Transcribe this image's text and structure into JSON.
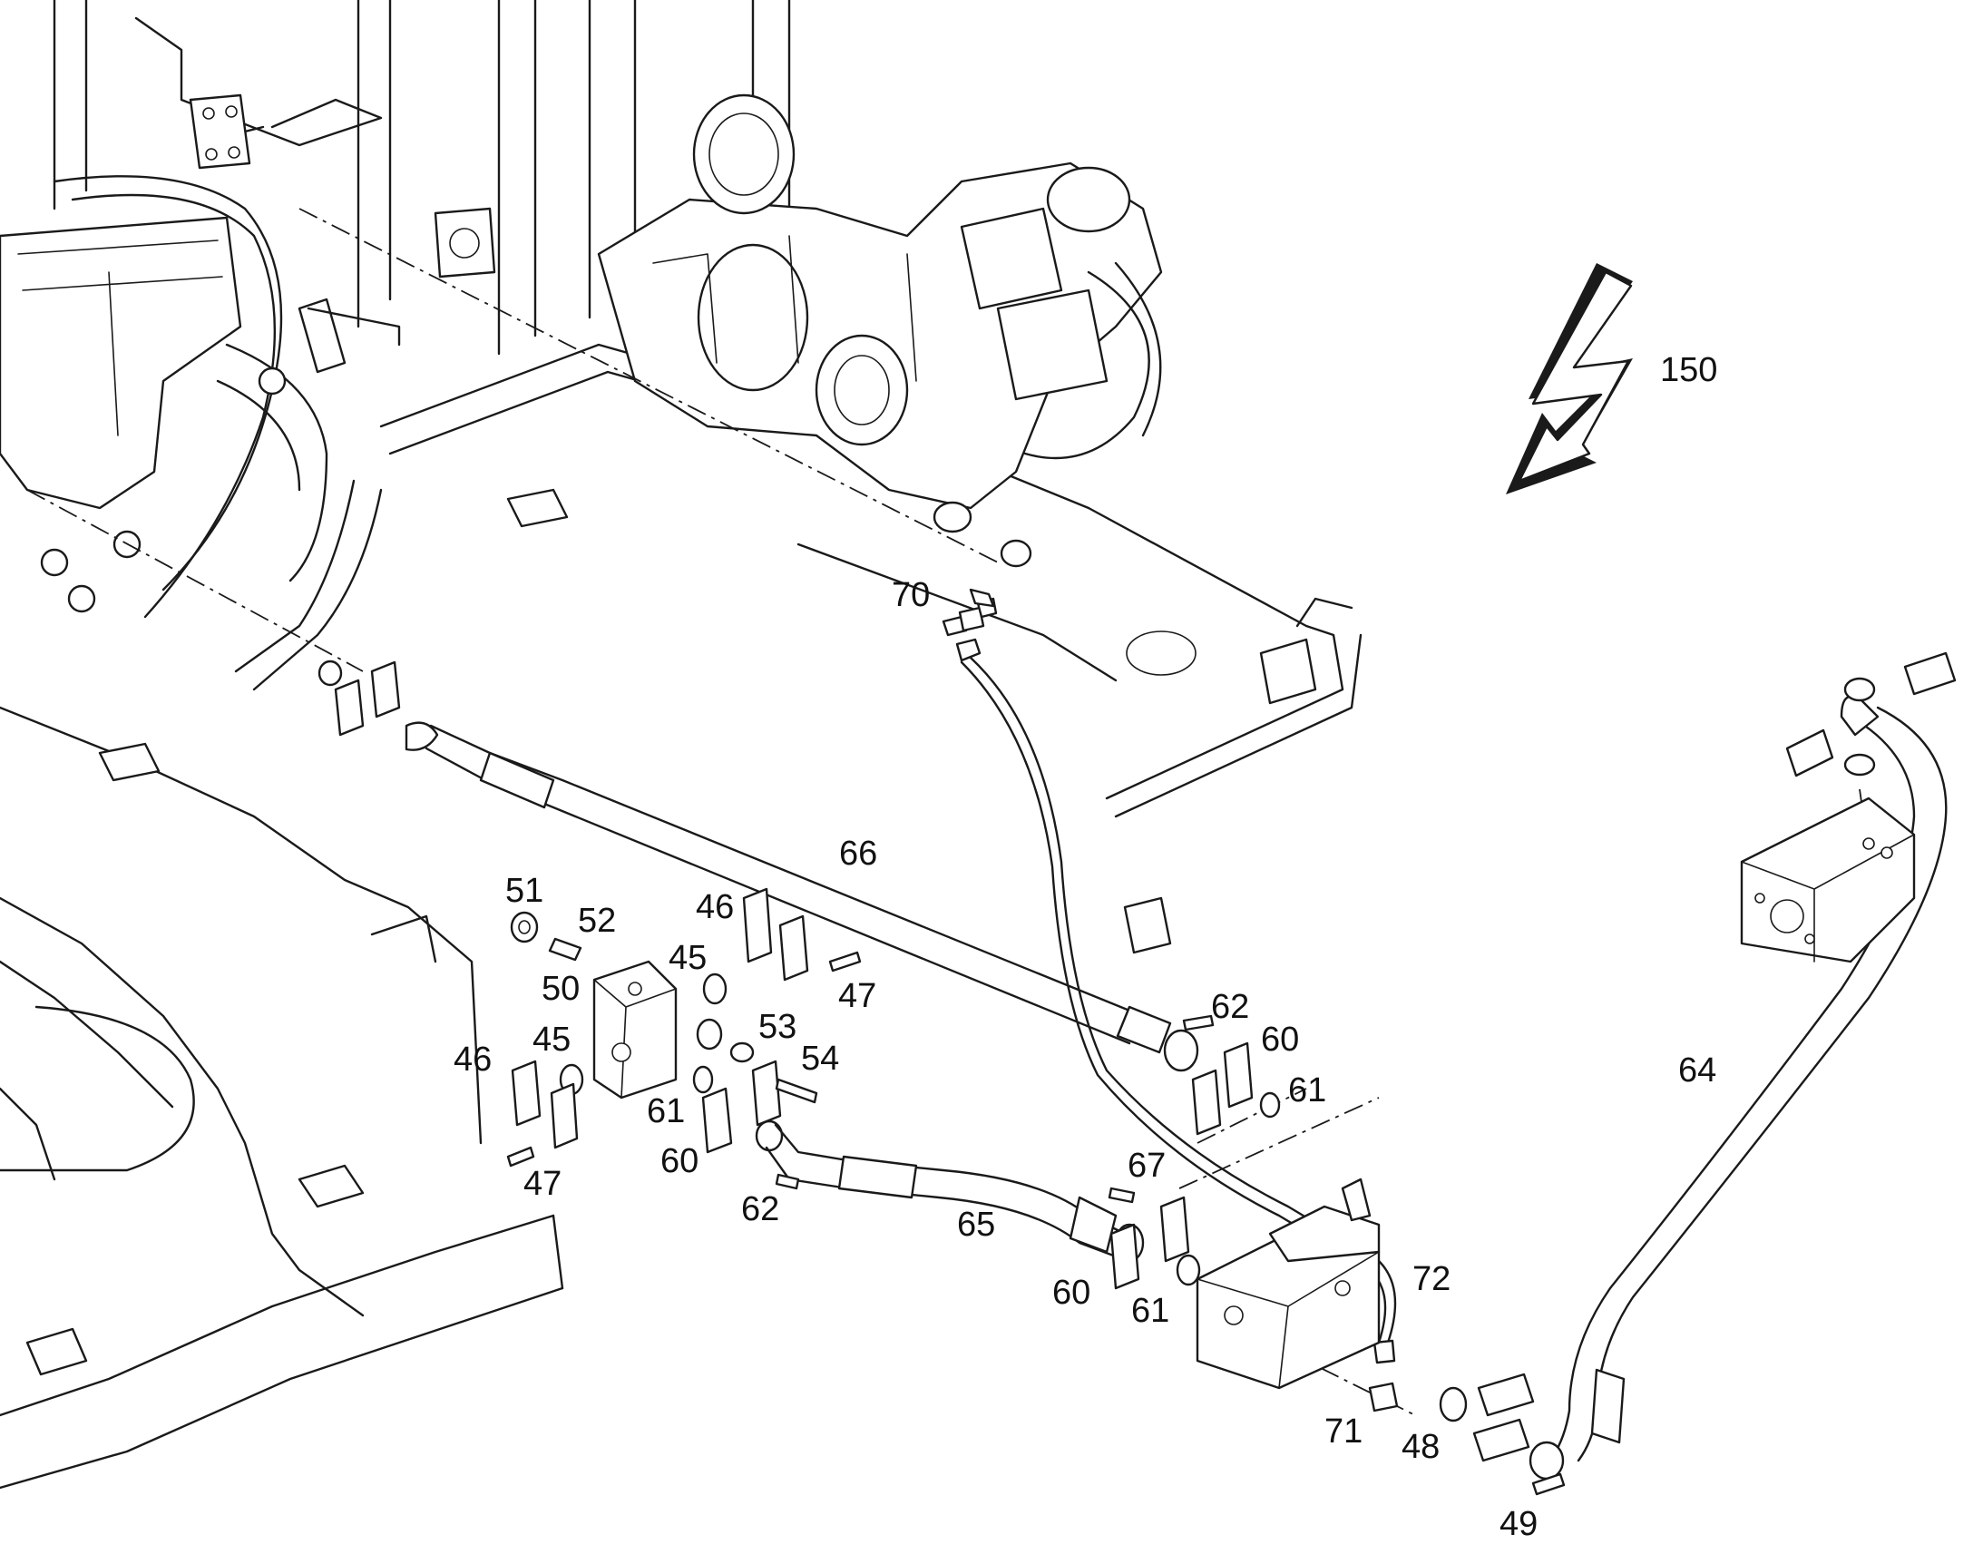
{
  "diagram": {
    "reference_label": "150",
    "callouts": {
      "c70": "70",
      "c66": "66",
      "c51": "51",
      "c52": "52",
      "c46a": "46",
      "c45a": "45",
      "c47a": "47",
      "c50": "50",
      "c45b": "45",
      "c53": "53",
      "c54": "54",
      "c46b": "46",
      "c61a": "61",
      "c60a": "60",
      "c47b": "47",
      "c62a": "62",
      "c65": "65",
      "c67": "67",
      "c62b": "62",
      "c60b": "60",
      "c61b": "61",
      "c64": "64",
      "c60c": "60",
      "c61c": "61",
      "c72": "72",
      "c71": "71",
      "c48": "48",
      "c49": "49"
    }
  }
}
